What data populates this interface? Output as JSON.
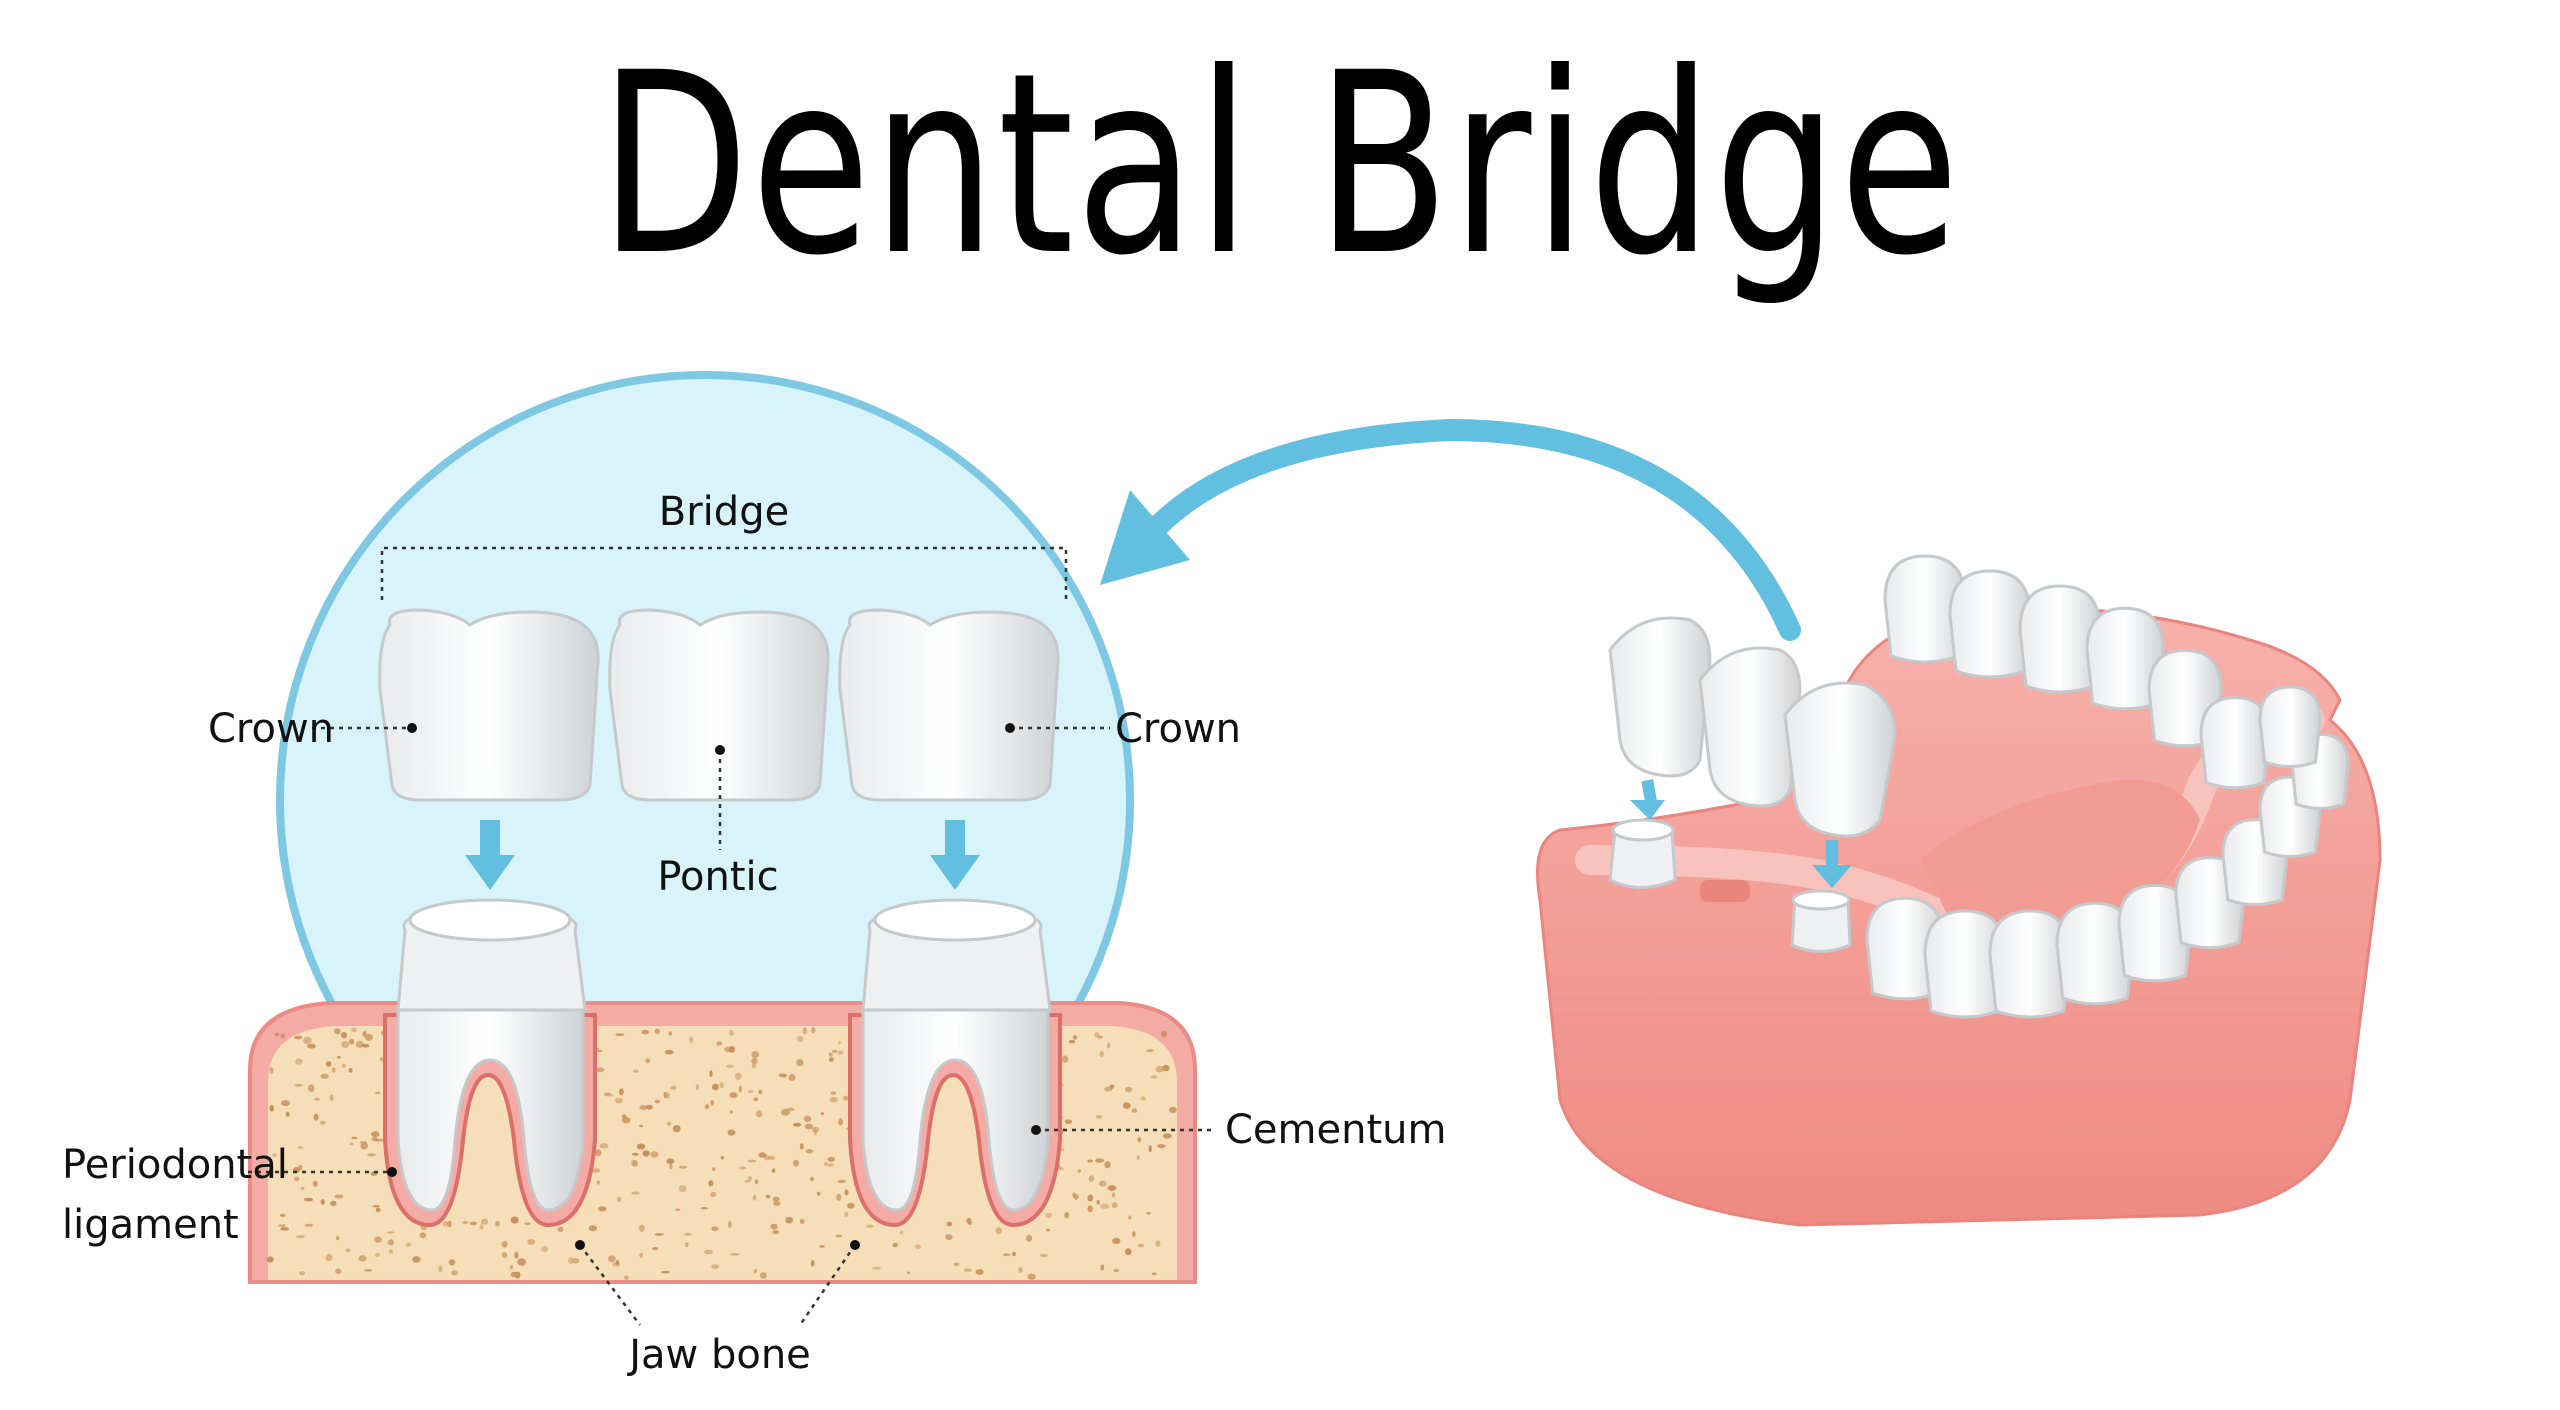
{
  "title": "Dental Bridge",
  "labels": {
    "bridge": "Bridge",
    "crown_left": "Crown",
    "crown_right": "Crown",
    "pontic": "Pontic",
    "cementum": "Cementum",
    "periodontal_line1": "Periodontal",
    "periodontal_line2": "ligament",
    "jaw_bone": "Jaw bone"
  },
  "colors": {
    "circle_fill": "#d8f3fa",
    "circle_stroke": "#7ec8e3",
    "arrow": "#62bfe0",
    "gum": "#f4a7a3",
    "gum_dark": "#ec8a84",
    "bone": "#f5deb8",
    "bone_dots": "#c8905a",
    "tooth": "#ffffff",
    "tooth_shade": "#d9dcdf"
  },
  "icons": [
    "curved-arrow-icon",
    "down-arrow-icon"
  ]
}
